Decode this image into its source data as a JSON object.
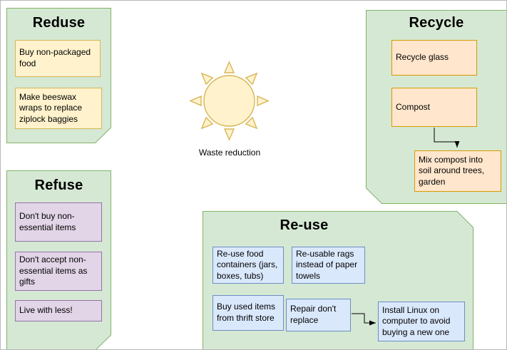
{
  "diagram": {
    "center": {
      "sun_label": "Waste reduction"
    },
    "panels": [
      {
        "id": "reduse",
        "title": "Reduse",
        "items": [
          {
            "label": "Buy non-packaged food"
          },
          {
            "label": "Make beeswax wraps to replace ziplock baggies"
          }
        ]
      },
      {
        "id": "refuse",
        "title": "Refuse",
        "items": [
          {
            "label": "Don't buy non-essential items"
          },
          {
            "label": "Don't accept non-essential items as gifts"
          },
          {
            "label": "Live with less!"
          }
        ]
      },
      {
        "id": "recycle",
        "title": "Recycle",
        "items": [
          {
            "label": "Recycle glass"
          },
          {
            "label": "Compost"
          },
          {
            "label": "Mix compost into soil around trees, garden"
          }
        ]
      },
      {
        "id": "reuse",
        "title": "Re-use",
        "items": [
          {
            "label": "Re-use food containers (jars, boxes, tubs)"
          },
          {
            "label": "Re-usable rags instead of paper towels"
          },
          {
            "label": "Buy used items from thrift store"
          },
          {
            "label": "Repair don't replace"
          },
          {
            "label": "Install Linux on computer to avoid buying a new one"
          }
        ]
      }
    ],
    "colors": {
      "panel_fill": "#d5e8d4",
      "panel_border": "#82b366",
      "yellow_fill": "#fff2cc",
      "yellow_border": "#d6b656",
      "orange_fill": "#ffe6cc",
      "orange_border": "#d79b00",
      "purple_fill": "#e1d5e7",
      "purple_border": "#9673a6",
      "blue_fill": "#dae8fc",
      "blue_border": "#6c8ebf",
      "sun_fill": "#fff2cc",
      "sun_border": "#d6b656",
      "connector": "#000000"
    }
  }
}
